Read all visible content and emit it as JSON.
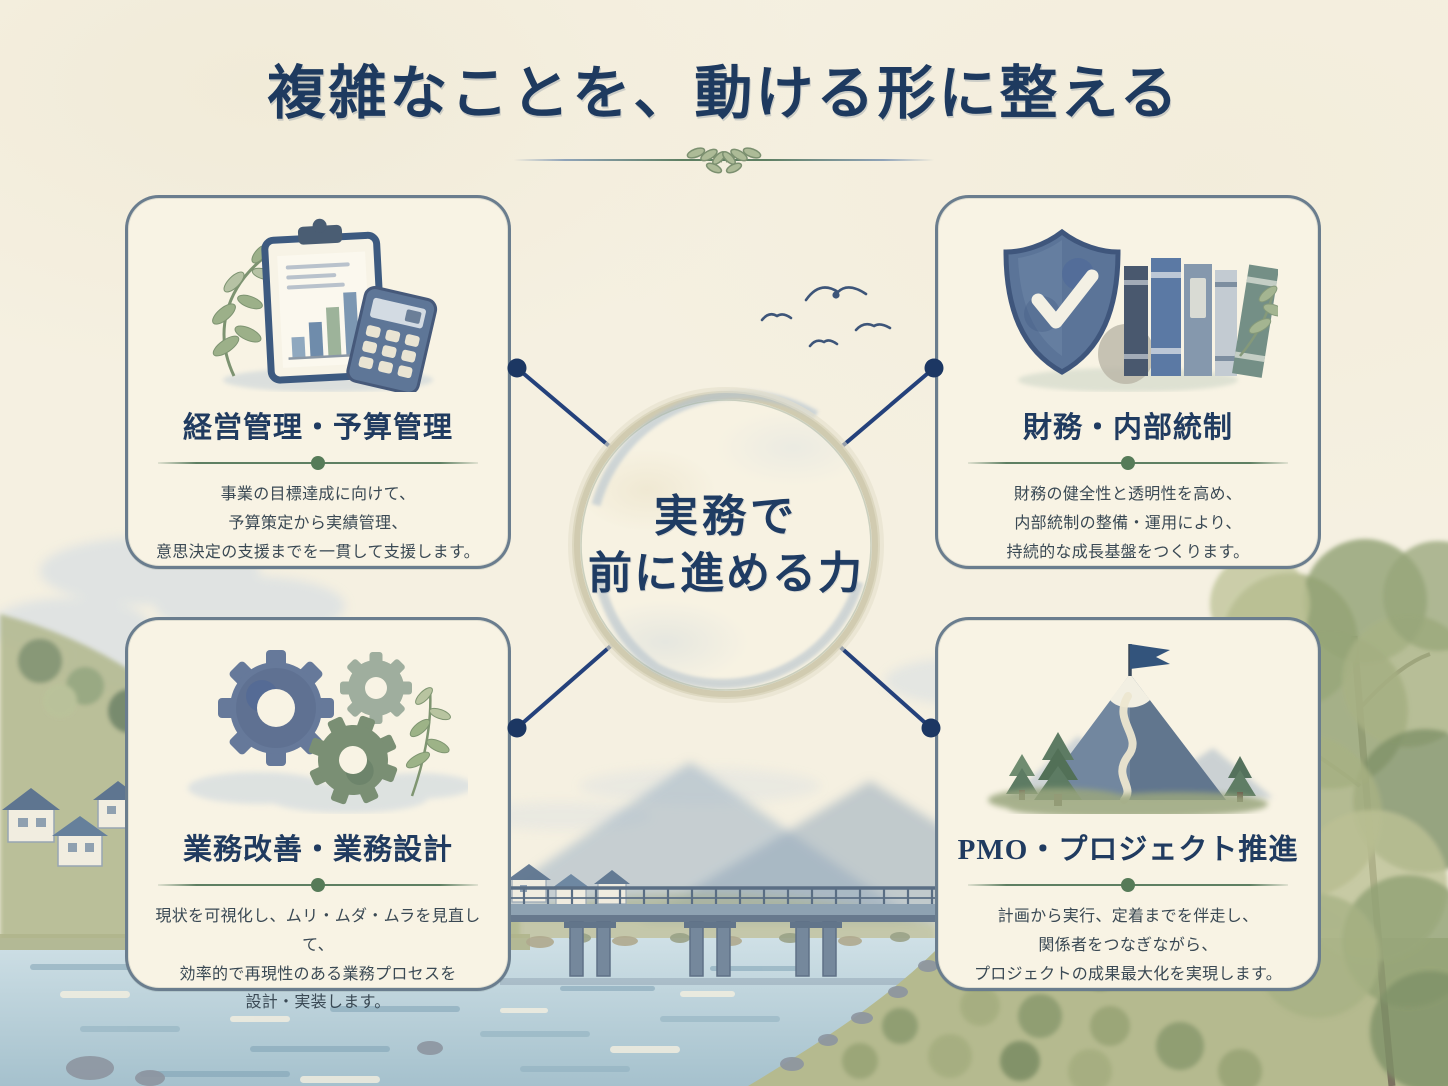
{
  "title": "複雑なことを、動ける形に整える",
  "center": {
    "line1": "実務で",
    "line2": "前に進める力"
  },
  "cards": [
    {
      "id": "management",
      "icon": "clipboard-chart-calculator-icon",
      "title": "経営管理・予算管理",
      "body": [
        "事業の目標達成に向けて、",
        "予算策定から実績管理、",
        "意思決定の支援までを一貫して支援します。"
      ]
    },
    {
      "id": "finance",
      "icon": "shield-check-books-icon",
      "title": "財務・内部統制",
      "body": [
        "財務の健全性と透明性を高め、",
        "内部統制の整備・運用により、",
        "持続的な成長基盤をつくります。"
      ]
    },
    {
      "id": "operations",
      "icon": "gears-icon",
      "title": "業務改善・業務設計",
      "body": [
        "現状を可視化し、ムリ・ムダ・ムラを見直して、",
        "効率的で再現性のある業務プロセスを",
        "設計・実装します。"
      ]
    },
    {
      "id": "pmo",
      "icon": "mountain-flag-icon",
      "title": "PMO・プロジェクト推進",
      "body": [
        "計画から実行、定着までを伴走し、",
        "関係者をつなぎながら、",
        "プロジェクトの成果最大化を実現します。"
      ]
    }
  ],
  "ornaments": {
    "title_divider": "laurel-leaves-divider-icon",
    "birds": "flying-birds-icon",
    "scene": "watercolor-river-bridge-landscape"
  },
  "colors": {
    "background": "#f5f0e1",
    "card_background": "#f8f3e4",
    "card_border": "#465f78",
    "heading_navy": "#1e3a5f",
    "body_text": "#3a4954",
    "divider_green": "#5e7f62",
    "divider_dot_green": "#567b58",
    "connector_navy": "#24417b",
    "connector_dot_navy": "#1c3763"
  }
}
